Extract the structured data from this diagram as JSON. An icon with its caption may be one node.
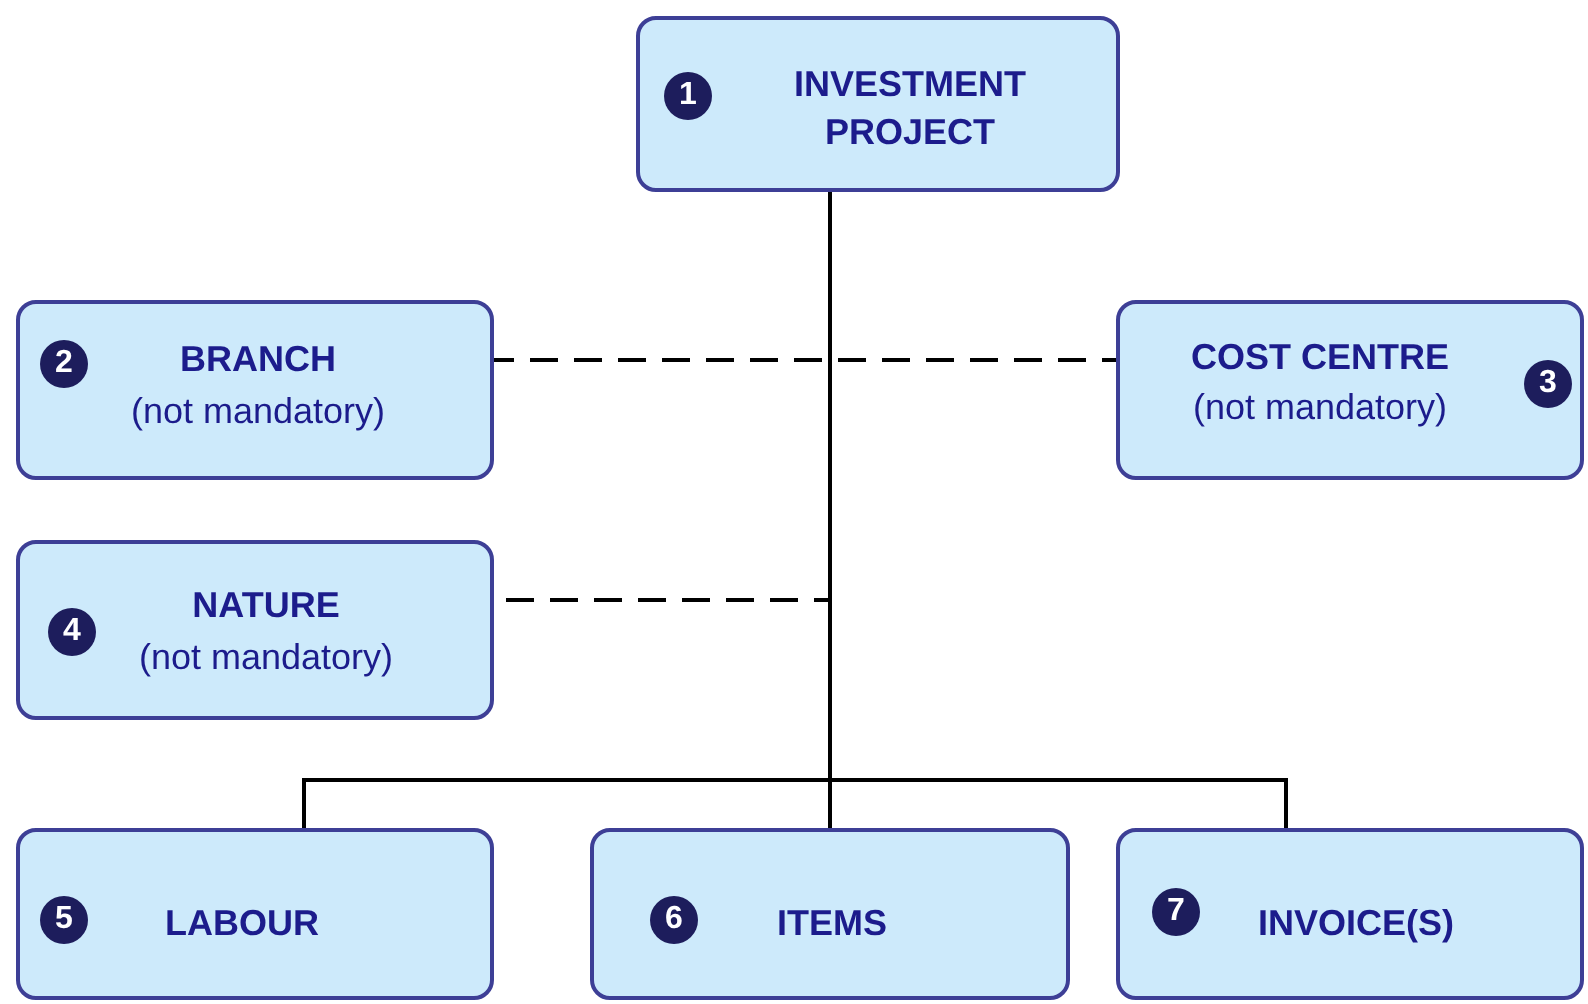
{
  "diagram": {
    "nodes": [
      {
        "text": [
          "1",
          "INVESTMENT PROJECT"
        ]
      },
      {
        "text": [
          "2",
          "BRANCH",
          "(not mandatory)"
        ]
      },
      {
        "text": [
          "COST CENTRE",
          "3",
          "(not mandatory)"
        ]
      },
      {
        "text": [
          "4",
          "NATURE",
          "(not mandatory)"
        ]
      },
      {
        "text": [
          "5",
          "LABOUR"
        ]
      },
      {
        "text": [
          "6",
          "ITEMS"
        ]
      },
      {
        "text": [
          "7",
          "INVOICE(S)"
        ]
      }
    ],
    "edges": [
      {
        "from": 0,
        "to": 1,
        "arrow": "none",
        "style": "dashed"
      },
      {
        "from": 0,
        "to": 2,
        "arrow": "none",
        "style": "dashed"
      },
      {
        "from": 0,
        "to": 3,
        "arrow": "none",
        "style": "dashed"
      },
      {
        "from": 0,
        "to": 4,
        "arrow": "none"
      },
      {
        "from": 0,
        "to": 5,
        "arrow": "none"
      },
      {
        "from": 0,
        "to": 6,
        "arrow": "none"
      }
    ]
  }
}
